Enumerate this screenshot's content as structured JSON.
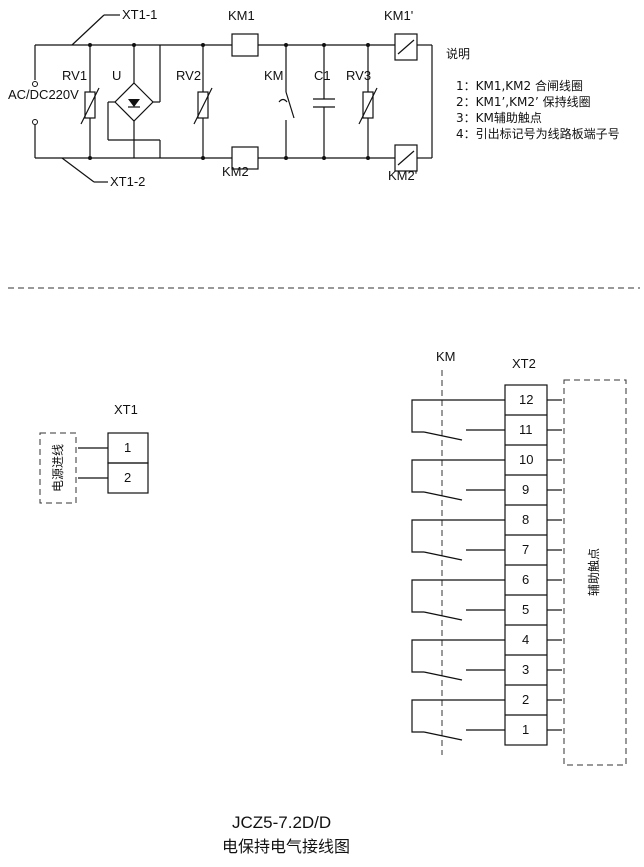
{
  "schematic": {
    "labels": {
      "xt1_1": "XT1-1",
      "xt1_2": "XT1-2",
      "km1": "KM1",
      "km2": "KM2",
      "km1_hold": "KM1'",
      "km2_hold": "KM2'",
      "rv1": "RV1",
      "rv2": "RV2",
      "rv3": "RV3",
      "u": "U",
      "km": "KM",
      "c1": "C1",
      "supply": "AC/DC220V"
    },
    "notes_title": "说明",
    "notes": [
      "1：KM1,KM2 合闸线圈",
      "2：KM1’,KM2’  保持线圈",
      "3：KM辅助触点",
      "4：引出标记号为线路板端子号"
    ]
  },
  "wiring": {
    "xt1_label": "XT1",
    "xt1_terminals": [
      "1",
      "2"
    ],
    "power_in_label": "电源进线",
    "km_label": "KM",
    "xt2_label": "XT2",
    "xt2_terminals": [
      "12",
      "11",
      "10",
      "9",
      "8",
      "7",
      "6",
      "5",
      "4",
      "3",
      "2",
      "1"
    ],
    "aux_label": "辅助触点"
  },
  "title": {
    "model": "JCZ5-7.2D/D",
    "name": "电保持电气接线图"
  }
}
